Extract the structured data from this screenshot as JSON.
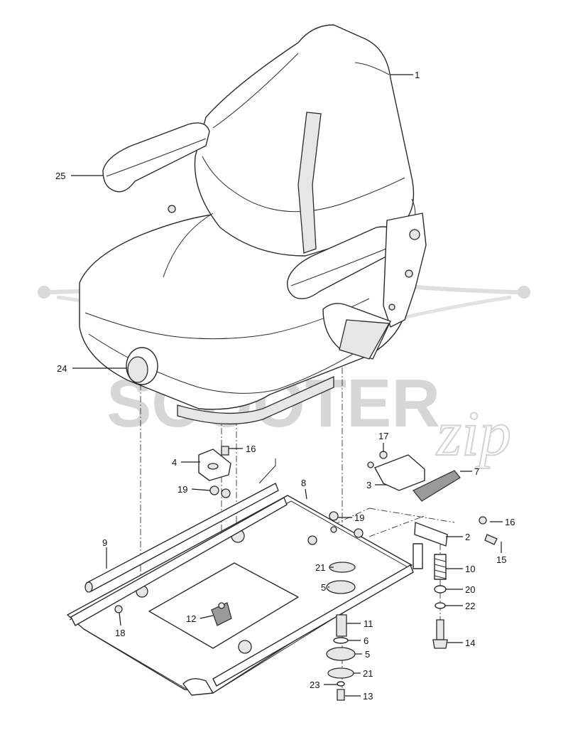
{
  "watermark": {
    "brand": "SCOOTER",
    "suffix": "zip"
  },
  "callouts": [
    {
      "id": "1",
      "label": "1"
    },
    {
      "id": "25",
      "label": "25"
    },
    {
      "id": "24",
      "label": "24"
    },
    {
      "id": "16a",
      "label": "16"
    },
    {
      "id": "4",
      "label": "4"
    },
    {
      "id": "19a",
      "label": "19"
    },
    {
      "id": "8",
      "label": "8"
    },
    {
      "id": "9",
      "label": "9"
    },
    {
      "id": "17",
      "label": "17"
    },
    {
      "id": "7",
      "label": "7"
    },
    {
      "id": "3",
      "label": "3"
    },
    {
      "id": "19b",
      "label": "19"
    },
    {
      "id": "16b",
      "label": "16"
    },
    {
      "id": "2",
      "label": "2"
    },
    {
      "id": "15",
      "label": "15"
    },
    {
      "id": "21a",
      "label": "21"
    },
    {
      "id": "10",
      "label": "10"
    },
    {
      "id": "5a",
      "label": "5"
    },
    {
      "id": "20",
      "label": "20"
    },
    {
      "id": "22",
      "label": "22"
    },
    {
      "id": "12",
      "label": "12"
    },
    {
      "id": "18",
      "label": "18"
    },
    {
      "id": "11",
      "label": "11"
    },
    {
      "id": "14",
      "label": "14"
    },
    {
      "id": "6",
      "label": "6"
    },
    {
      "id": "5b",
      "label": "5"
    },
    {
      "id": "21b",
      "label": "21"
    },
    {
      "id": "23",
      "label": "23"
    },
    {
      "id": "13",
      "label": "13"
    }
  ]
}
